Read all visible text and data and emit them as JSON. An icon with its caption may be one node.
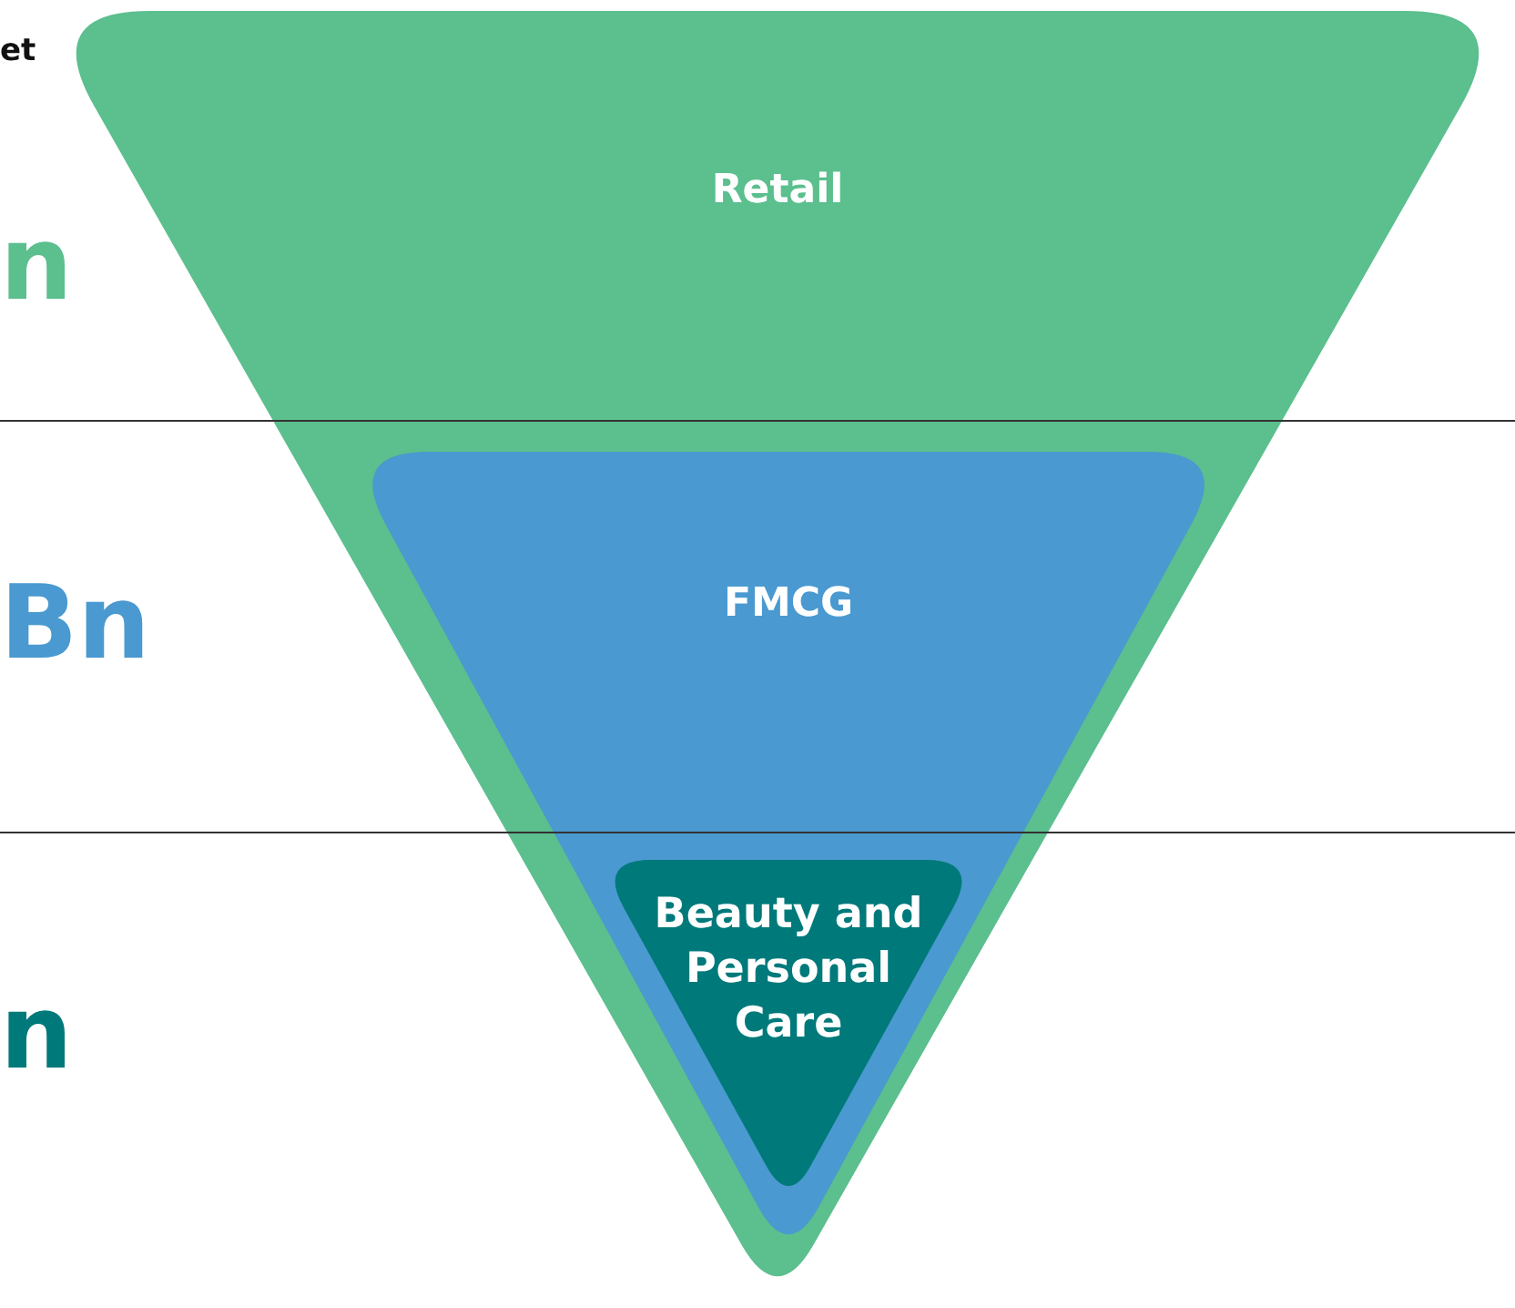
{
  "diagram": {
    "nodes": [
      {
        "text": [
          "Retail"
        ]
      },
      {
        "text": [
          "FMCG"
        ],
        "in": 0
      },
      {
        "text": [
          "Beauty and Personal Care"
        ],
        "in": 1
      }
    ],
    "labels": [
      "et",
      "n",
      "Bn",
      "n"
    ]
  }
}
